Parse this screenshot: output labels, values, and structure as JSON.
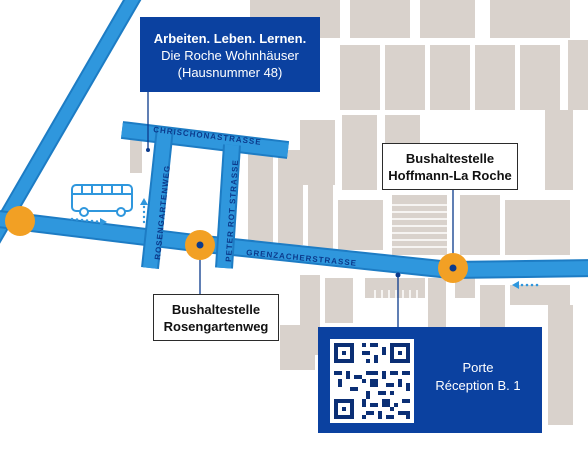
{
  "colors": {
    "street": "#2f97dd",
    "street_outline": "#1d7cc4",
    "building": "#d9d2cc",
    "stop_marker": "#f2a024",
    "box_blue": "#0b41a0",
    "leader_line": "#0b3a8c"
  },
  "streets": {
    "chrischona": "CHRISCHONASTRASSE",
    "rosengarten": "ROSENGARTENWEG",
    "peter_rot": "PETER ROT STRASSE",
    "grenzacher": "GRENZACHERSTRASSE"
  },
  "callouts": {
    "residences": {
      "line1": "Arbeiten. Leben. Lernen.",
      "line2": "Die Roche Wohnhäuser",
      "line3": "(Hausnummer 48)"
    },
    "stop_hoffmann": {
      "line1": "Bushaltestelle",
      "line2": "Hoffmann-La Roche"
    },
    "stop_rosengarten": {
      "line1": "Bushaltestelle",
      "line2": "Rosengartenweg"
    },
    "reception": {
      "line1": "Porte",
      "line2": "Réception B. 1"
    }
  },
  "icons": {
    "bus": "bus-icon",
    "qr": "qr-code-icon",
    "direction_right": "direction-arrow-right-icon",
    "direction_left": "direction-arrow-left-icon",
    "direction_up": "direction-arrow-up-icon"
  }
}
